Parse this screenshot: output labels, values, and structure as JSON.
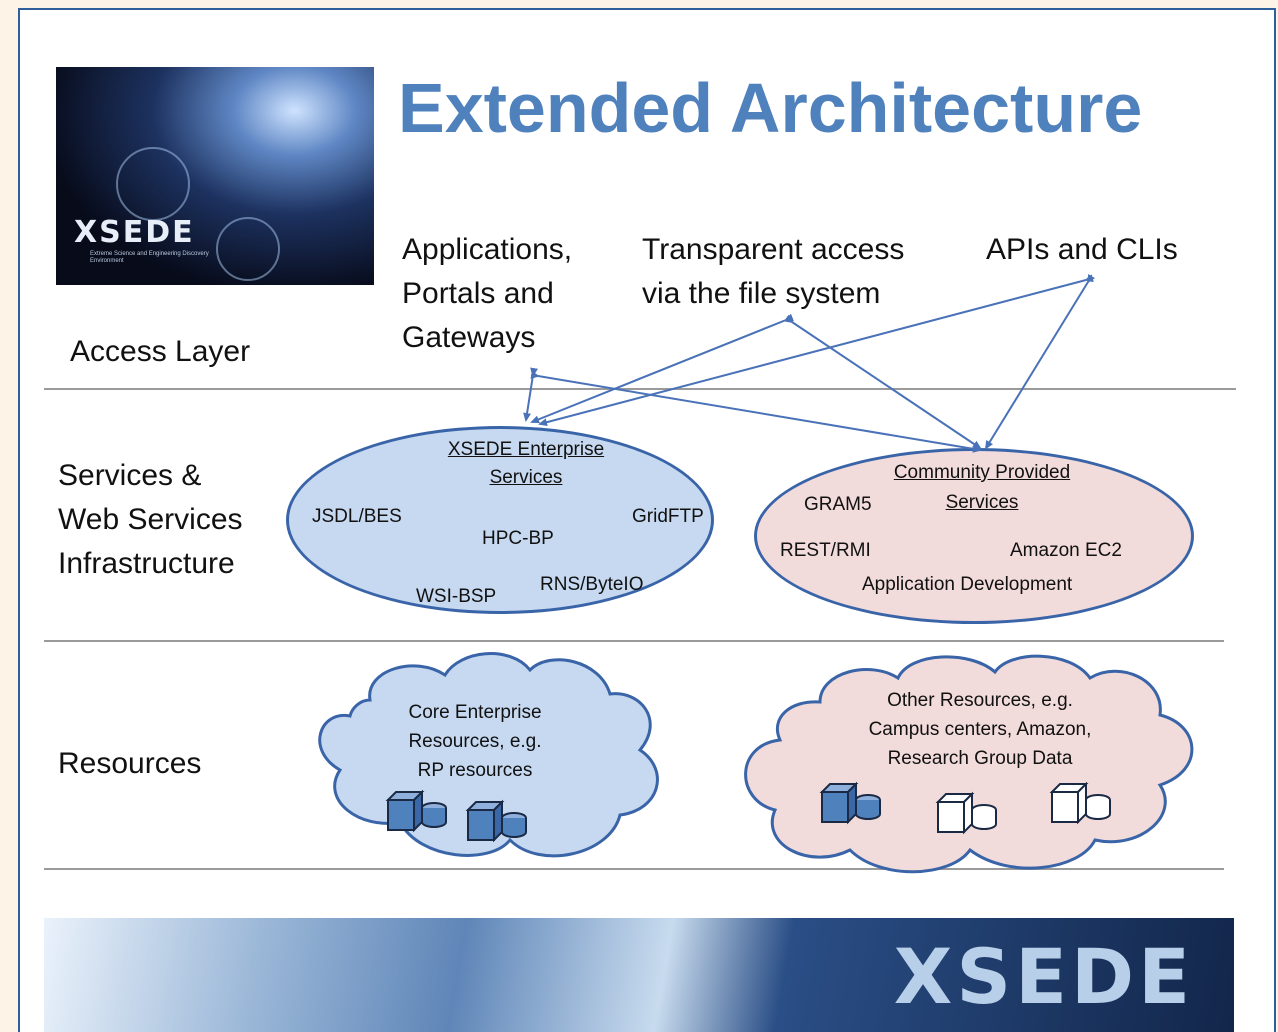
{
  "title": "Extended Architecture",
  "logo": {
    "brand": "XSEDE",
    "tagline": "Extreme Science and Engineering Discovery Environment"
  },
  "layers": {
    "access": "Access Layer",
    "services": [
      "Services &",
      "Web Services",
      "Infrastructure"
    ],
    "resources": "Resources"
  },
  "access_items": {
    "apps": [
      "Applications,",
      "Portals and",
      "Gateways"
    ],
    "transparent": [
      "Transparent access",
      "via the file system"
    ],
    "apis": "APIs and CLIs"
  },
  "xsede_services": {
    "title": [
      "XSEDE Enterprise",
      "Services"
    ],
    "items": {
      "jsdl": "JSDL/BES",
      "hpc": "HPC-BP",
      "gridftp": "GridFTP",
      "wsi": "WSI-BSP",
      "rns": "RNS/ByteIO"
    }
  },
  "community_services": {
    "title": [
      "Community Provided",
      "Services"
    ],
    "items": {
      "gram": "GRAM5",
      "rest": "REST/RMI",
      "ec2": "Amazon EC2",
      "appdev": "Application Development"
    }
  },
  "core_resources": [
    "Core Enterprise",
    "Resources, e.g.",
    "RP resources"
  ],
  "other_resources": [
    "Other Resources, e.g.",
    "Campus centers, Amazon,",
    "Research Group Data"
  ],
  "banner_brand": "XSEDE",
  "colors": {
    "title": "#4f81bd",
    "xsede_fill": "#c6d9f1",
    "community_fill": "#f2dcdb",
    "outline": "#3a64a8"
  }
}
